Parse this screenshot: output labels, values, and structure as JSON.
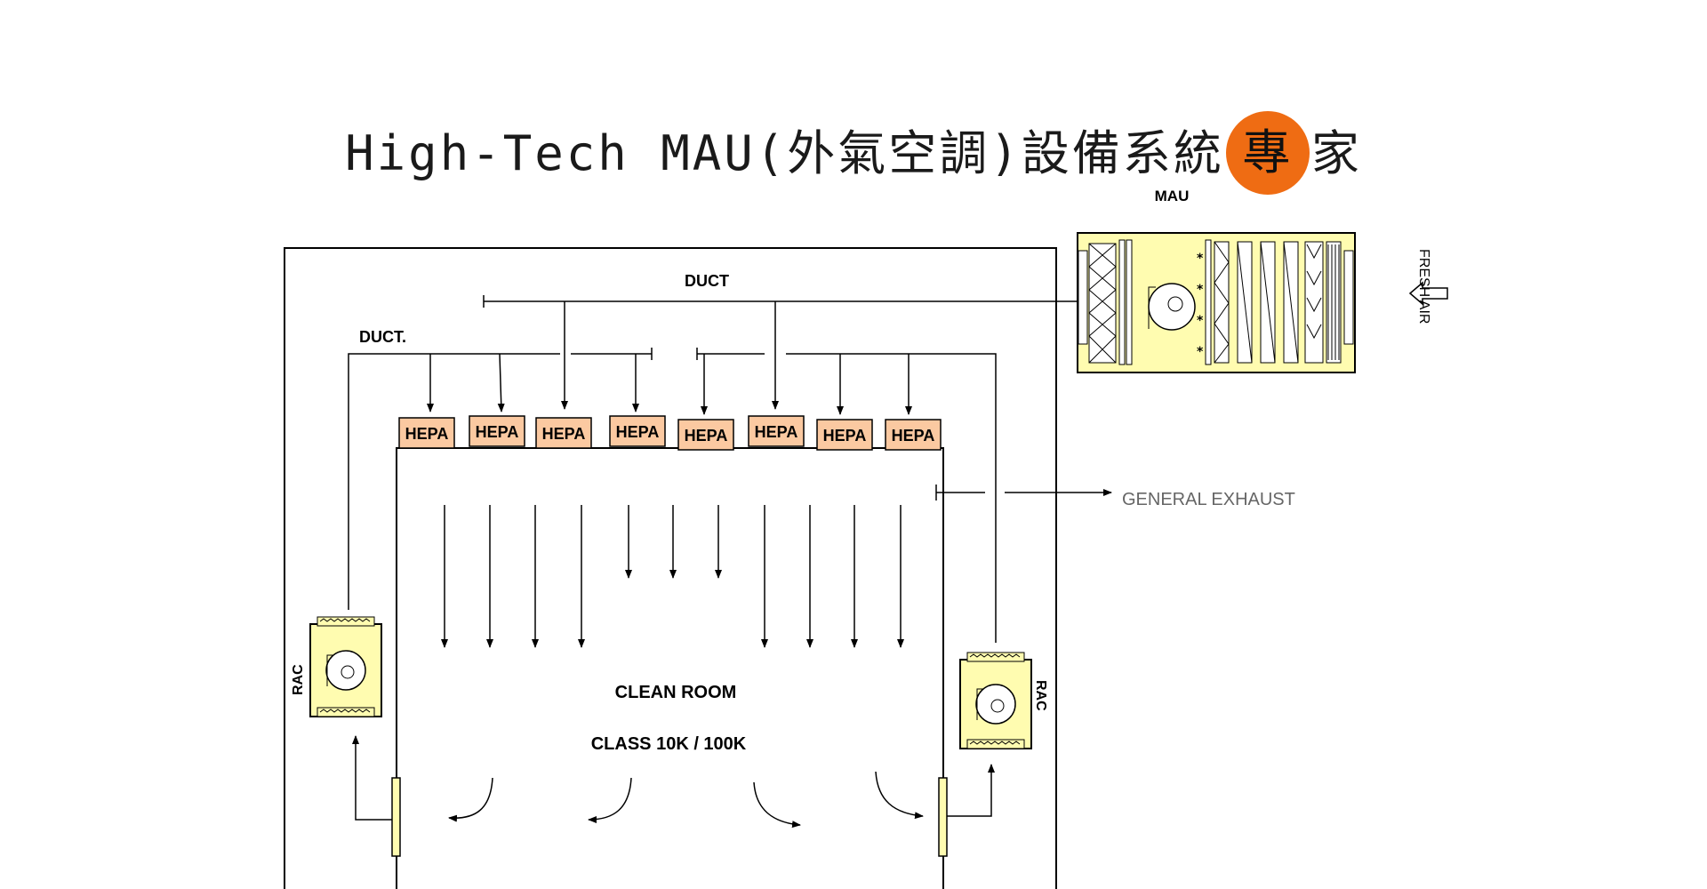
{
  "title": {
    "prefix": "High-Tech MAU(外氣空調)設備系統",
    "highlight": "專",
    "suffix": "家"
  },
  "diagram": {
    "mau_label": "MAU",
    "duct_label": "DUCT",
    "duct_left_label": "DUCT.",
    "fresh_air_label": "FRESH AIR",
    "hepa_labels": [
      "HEPA",
      "HEPA",
      "HEPA",
      "HEPA",
      "HEPA",
      "HEPA",
      "HEPA",
      "HEPA"
    ],
    "general_exhaust_label": "GENERAL EXHAUST",
    "clean_room_label": "CLEAN ROOM",
    "class_label": "CLASS 10K / 100K",
    "rac_left_label": "RAC",
    "rac_right_label": "RAC"
  },
  "colors": {
    "hepa_fill": "#fbc9a1",
    "mau_fill": "#fffcb0",
    "rac_fill": "#fffcb0",
    "accent": "#ef6c13"
  }
}
